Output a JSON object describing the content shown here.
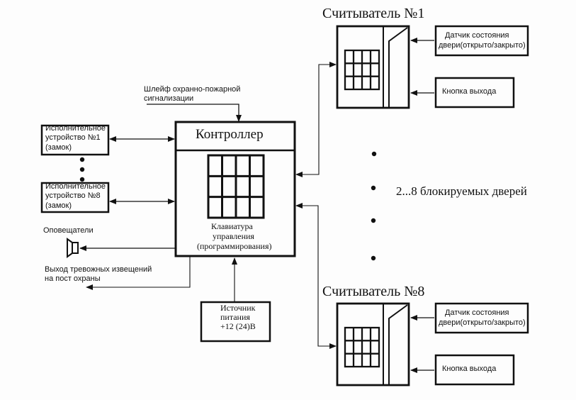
{
  "diagram": {
    "controller": {
      "title": "Контроллер",
      "keypad_label": [
        "Клавиатура",
        "управления",
        "(программирования)"
      ]
    },
    "loop_label": [
      "Шлейф охранно-пожарной",
      "сигнализации"
    ],
    "locks": [
      {
        "lines": [
          "Исполнительное",
          "устройство №1",
          "(замок)"
        ]
      },
      {
        "lines": [
          "Исполнительное",
          "устройство №8",
          "(замок)"
        ]
      }
    ],
    "annunciators_label": "Оповещатели",
    "alarm_output_label": [
      "Выход тревожных извещений",
      "на пост охраны"
    ],
    "power_supply": {
      "lines": [
        "Источник",
        "питания",
        "+12 (24)В"
      ]
    },
    "doors_label": "2...8  блокируемых дверей",
    "readers": [
      {
        "title": "Считыватель №1",
        "sensor": [
          "Датчик состояния",
          "двери(открыто/закрыто)"
        ],
        "exit_button": "Кнопка выхода"
      },
      {
        "title": "Считыватель №8",
        "sensor": [
          "Датчик состояния",
          "двери(открыто/закрыто)"
        ],
        "exit_button": "Кнопка выхода"
      }
    ],
    "colors": {
      "ink": "#111111",
      "background": "#fdfdfd"
    }
  }
}
